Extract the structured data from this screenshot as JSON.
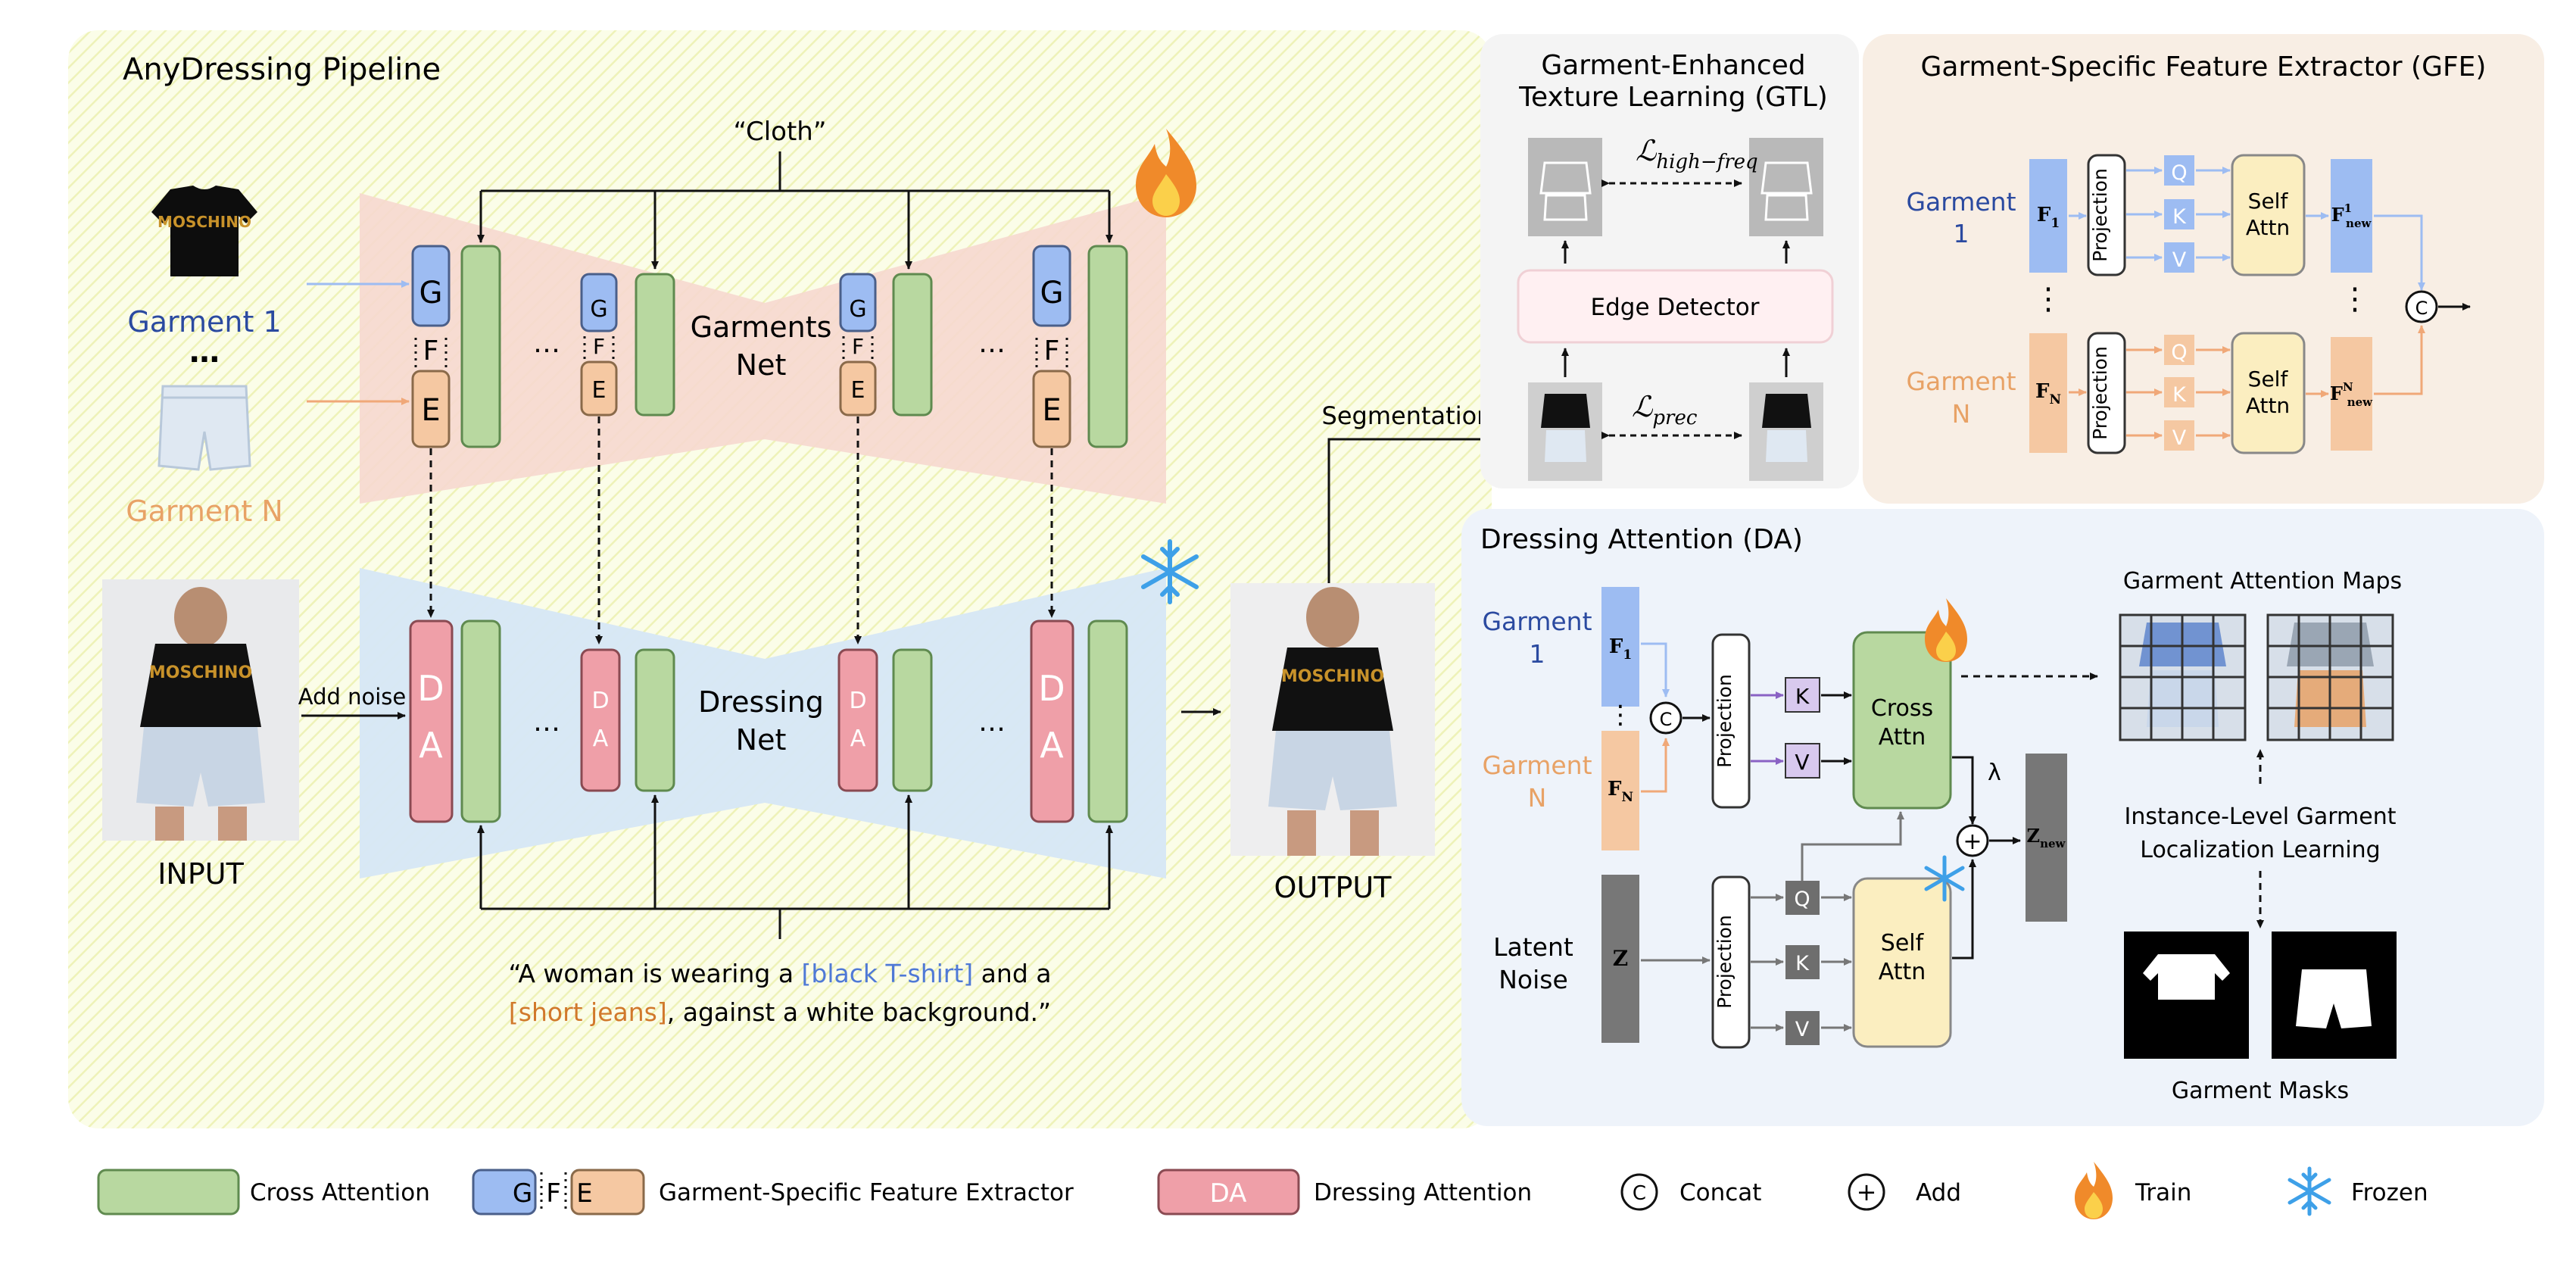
{
  "pipeline": {
    "title": "AnyDressing Pipeline",
    "cloth_prompt": "“Cloth”",
    "garment1": "Garment 1",
    "garment_dots": "…",
    "garmentN": "Garment N",
    "garments_net": [
      "Garments",
      "Net"
    ],
    "dressing_net": [
      "Dressing",
      "Net"
    ],
    "ellipsis": "…",
    "block_g": "G",
    "block_f": "F",
    "block_e": "E",
    "block_da": [
      "D",
      "A"
    ],
    "input_label": "INPUT",
    "add_noise": "Add noise",
    "output_label": "OUTPUT",
    "segmentation": "Segmentation",
    "tshirt_logo": "MOSCHINO",
    "caption": {
      "line1_prefix": "“A woman is wearing a ",
      "line1_hl": "[black T-shirt]",
      "line1_suffix": " and a",
      "line2_hl": "[short jeans]",
      "line2_suffix": ", against a white background.”"
    },
    "colors": {
      "blue_text": "#2b4aa0",
      "orange_text": "#e8a266",
      "caption_blue": "#4f79d6",
      "caption_orange": "#d1782b"
    }
  },
  "gtl": {
    "title": [
      "Garment-Enhanced",
      "Texture Learning (GTL)"
    ],
    "loss_high": "ℒhigh−freq",
    "loss_high_main": "ℒ",
    "loss_high_sub": "high−freq",
    "loss_prec_main": "ℒ",
    "loss_prec_sub": "prec",
    "edge_detector": "Edge Detector"
  },
  "gfe": {
    "title": "Garment-Specific Feature Extractor (GFE)",
    "garment1": [
      "Garment",
      "1"
    ],
    "garmentN": [
      "Garment",
      "N"
    ],
    "f1": "F",
    "f1_sub": "1",
    "fN_sub": "N",
    "projection": "Projection",
    "q": "Q",
    "k": "K",
    "v": "V",
    "self_attn": [
      "Self",
      "Attn"
    ],
    "fnew": "F",
    "fnew_sub": "new",
    "fnew_sup1": "1",
    "fnew_supN": "N",
    "vdots": "⋮",
    "concat": "C"
  },
  "da": {
    "title": "Dressing Attention (DA)",
    "garment1": [
      "Garment",
      "1"
    ],
    "garmentN": [
      "Garment",
      "N"
    ],
    "latent": [
      "Latent",
      "Noise"
    ],
    "z": "Z",
    "projection": "Projection",
    "k": "K",
    "v": "V",
    "q": "Q",
    "cross_attn": [
      "Cross",
      "Attn"
    ],
    "self_attn": [
      "Self",
      "Attn"
    ],
    "lambda": "λ",
    "plus": "+",
    "znew": "Z",
    "znew_sub": "new",
    "concat": "C",
    "maps_title": "Garment Attention Maps",
    "instance": [
      "Instance-Level Garment",
      "Localization Learning"
    ],
    "masks_title": "Garment Masks"
  },
  "legend": {
    "cross_attention": "Cross Attention",
    "gfe_letters": [
      "G",
      "F",
      "E"
    ],
    "gfe": "Garment-Specific Feature Extractor",
    "da_letters": "DA",
    "dressing_attention": "Dressing Attention",
    "concat_symbol": "C",
    "concat": "Concat",
    "add_symbol": "+",
    "add": "Add",
    "train": "Train",
    "frozen": "Frozen"
  },
  "palette": {
    "green": "#b8d8a0",
    "green_stroke": "#5f8a4f",
    "blue": "#9dbcf2",
    "orange": "#f5c8a2",
    "pink": "#ef9fa8",
    "yellow": "#fbeec0",
    "purple": "#b8a3d8",
    "grey": "#7a7a7a",
    "peach_trap": "#f6d8cf",
    "blue_trap": "#d6e7f6"
  }
}
